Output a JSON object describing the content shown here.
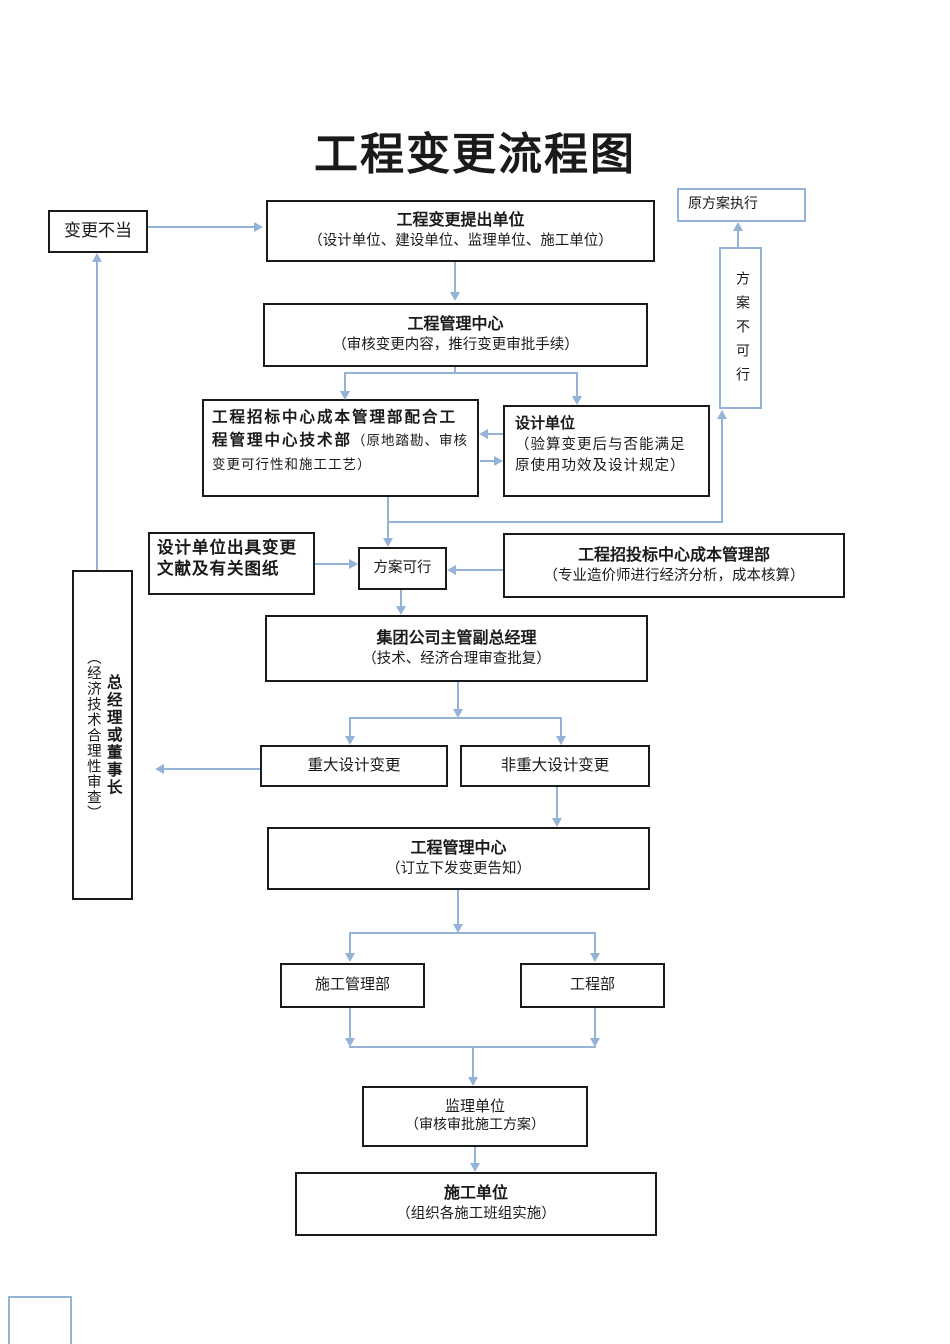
{
  "page_title": "工程变更流程图",
  "colors": {
    "connector_blue": "#95b3d7",
    "box_border_black": "#1a1a1a"
  },
  "nodes": {
    "change_improper": {
      "title": "变更不当"
    },
    "proposer": {
      "title": "工程变更提出单位",
      "subtitle": "（设计单位、建设单位、监理单位、施工单位）"
    },
    "original_plan": {
      "title": "原方案执行"
    },
    "plan_infeasible": {
      "title": "方案不可行"
    },
    "mgmt_center_review": {
      "title": "工程管理中心",
      "subtitle": "（审核变更内容，推行变更审批手续）"
    },
    "bidding_cost_dept": {
      "title": "工程招标中心成本管理部配合工程管理中心技术部",
      "subtitle": "（原地踏勘、审核变更可行性和施工工艺）"
    },
    "design_unit_check": {
      "title": "设计单位",
      "subtitle": "（验算变更后与否能满足原使用功效及设计规定）"
    },
    "design_docs": {
      "title": "设计单位出具变更文献及有关图纸"
    },
    "plan_feasible": {
      "title": "方案可行"
    },
    "bidding_center_cost": {
      "title": "工程招投标中心成本管理部",
      "subtitle": "（专业造价师进行经济分析，成本核算）"
    },
    "group_vp": {
      "title": "集团公司主管副总经理",
      "subtitle": "（技术、经济合理审查批复）"
    },
    "major_change": {
      "title": "重大设计变更"
    },
    "minor_change": {
      "title": "非重大设计变更"
    },
    "mgmt_center_notice": {
      "title": "工程管理中心",
      "subtitle": "（订立下发变更告知）"
    },
    "construction_mgmt_dept": {
      "title": "施工管理部"
    },
    "engineering_dept": {
      "title": "工程部"
    },
    "supervision_unit": {
      "title": "监理单位",
      "subtitle": "（审核审批施工方案）"
    },
    "construction_unit": {
      "title": "施工单位",
      "subtitle": "（组织各施工班组实施）"
    },
    "gm_chairman": {
      "title": "总经理或董事长",
      "subtitle": "（经济技术合理性审查）"
    }
  }
}
